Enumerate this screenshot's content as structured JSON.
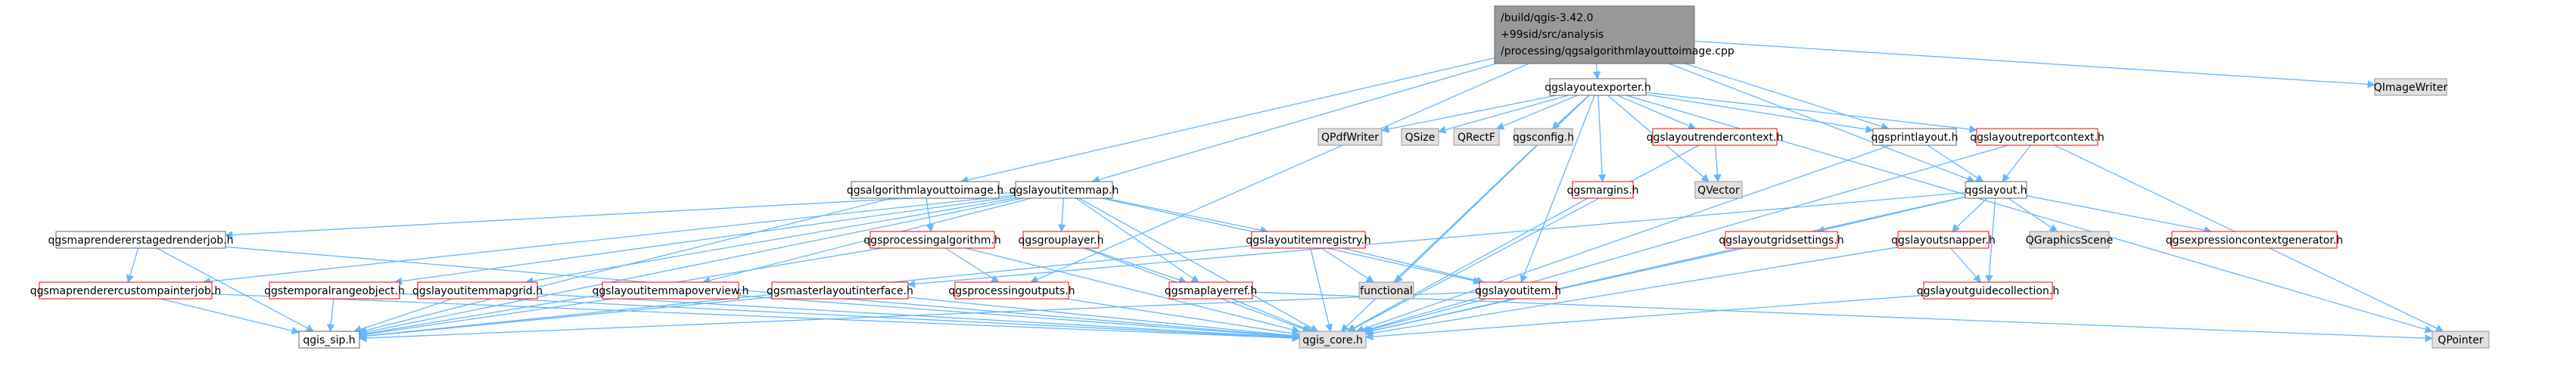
{
  "diagram_title": "include dependency graph",
  "colors": {
    "edge": "#63b8ff",
    "root_fill": "#999999",
    "missing_border": "#ff0000",
    "external_fill": "#e0e0e0"
  },
  "nodes": {
    "root": {
      "lines": [
        "/build/qgis-3.42.0",
        "+99sid/src/analysis",
        "/processing/qgsalgorithmlayouttoimage.cpp"
      ],
      "kind": "root"
    },
    "qgslayoutexporter": {
      "label": "qgslayoutexporter.h",
      "kind": "file"
    },
    "qimagewriter": {
      "label": "QImageWriter",
      "kind": "ext"
    },
    "qgsalgorithmlayouttoimage": {
      "label": "qgsalgorithmlayouttoimage.h",
      "kind": "file"
    },
    "qgslayoutitemmap": {
      "label": "qgslayoutitemmap.h",
      "kind": "file"
    },
    "qpdfwriter": {
      "label": "QPdfWriter",
      "kind": "ext"
    },
    "qsize": {
      "label": "QSize",
      "kind": "ext"
    },
    "qrectf": {
      "label": "QRectF",
      "kind": "ext"
    },
    "qgsconfig": {
      "label": "qgsconfig.h",
      "kind": "ext"
    },
    "qgslayoutrendercontext": {
      "label": "qgslayoutrendercontext.h",
      "kind": "missing"
    },
    "qgsprintlayout": {
      "label": "qgsprintlayout.h",
      "kind": "file"
    },
    "qgslayoutreportcontext": {
      "label": "qgslayoutreportcontext.h",
      "kind": "missing"
    },
    "qgsmargins": {
      "label": "qgsmargins.h",
      "kind": "missing"
    },
    "qvector": {
      "label": "QVector",
      "kind": "ext"
    },
    "qgslayout": {
      "label": "qgslayout.h",
      "kind": "file"
    },
    "qgsmaprendererstagedrenderjob": {
      "label": "qgsmaprendererstagedrenderjob.h",
      "kind": "file"
    },
    "qgsprocessingalgorithm": {
      "label": "qgsprocessingalgorithm.h",
      "kind": "missing"
    },
    "qgsgrouplayer": {
      "label": "qgsgrouplayer.h",
      "kind": "missing"
    },
    "qgslayoutitemregistry": {
      "label": "qgslayoutitemregistry.h",
      "kind": "missing"
    },
    "qgslayoutgridsettings": {
      "label": "qgslayoutgridsettings.h",
      "kind": "missing"
    },
    "qgslayoutsnapper": {
      "label": "qgslayoutsnapper.h",
      "kind": "missing"
    },
    "qgraphicsscene": {
      "label": "QGraphicsScene",
      "kind": "ext"
    },
    "qgsexpressioncontextgenerator": {
      "label": "qgsexpressioncontextgenerator.h",
      "kind": "missing"
    },
    "qgsmaprenderercustompainterjob": {
      "label": "qgsmaprenderercustompainterjob.h",
      "kind": "missing"
    },
    "qgstemporalrangeobject": {
      "label": "qgstemporalrangeobject.h",
      "kind": "missing"
    },
    "qgslayoutitemmapgrid": {
      "label": "qgslayoutitemmapgrid.h",
      "kind": "missing"
    },
    "qgslayoutitemmapoverview": {
      "label": "qgslayoutitemmapoverview.h",
      "kind": "missing"
    },
    "qgsmasterlayoutinterface": {
      "label": "qgsmasterlayoutinterface.h",
      "kind": "missing"
    },
    "qgsprocessingoutputs": {
      "label": "qgsprocessingoutputs.h",
      "kind": "missing"
    },
    "qgsmaplayerref": {
      "label": "qgsmaplayerref.h",
      "kind": "missing"
    },
    "functional": {
      "label": "functional",
      "kind": "ext"
    },
    "qgslayoutitem": {
      "label": "qgslayoutitem.h",
      "kind": "missing"
    },
    "qgslayoutguidecollection": {
      "label": "qgslayoutguidecollection.h",
      "kind": "missing"
    },
    "qgis_sip": {
      "label": "qgis_sip.h",
      "kind": "file"
    },
    "qgis_core": {
      "label": "qgis_core.h",
      "kind": "ext"
    },
    "qpointer": {
      "label": "QPointer",
      "kind": "ext"
    }
  },
  "edges": [
    [
      "root",
      "qgslayoutexporter"
    ],
    [
      "root",
      "qimagewriter"
    ],
    [
      "root",
      "qgsalgorithmlayouttoimage"
    ],
    [
      "root",
      "qgslayoutitemmap"
    ],
    [
      "root",
      "qgsprintlayout"
    ],
    [
      "root",
      "qgslayout"
    ],
    [
      "root",
      "qgsprocessingoutputs"
    ],
    [
      "qgslayoutexporter",
      "qpdfwriter"
    ],
    [
      "qgslayoutexporter",
      "qsize"
    ],
    [
      "qgslayoutexporter",
      "qrectf"
    ],
    [
      "qgslayoutexporter",
      "qgsconfig"
    ],
    [
      "qgslayoutexporter",
      "qgslayoutrendercontext"
    ],
    [
      "qgslayoutexporter",
      "qgsprintlayout"
    ],
    [
      "qgslayoutexporter",
      "qgslayoutreportcontext"
    ],
    [
      "qgslayoutexporter",
      "qgsmargins"
    ],
    [
      "qgslayoutexporter",
      "qvector"
    ],
    [
      "qgslayoutexporter",
      "qgslayoutitem"
    ],
    [
      "qgslayoutexporter",
      "functional"
    ],
    [
      "qgslayoutexporter",
      "qgis_core"
    ],
    [
      "qgslayoutexporter",
      "qpointer"
    ],
    [
      "qgslayoutrendercontext",
      "qvector"
    ],
    [
      "qgslayoutrendercontext",
      "qgis_core"
    ],
    [
      "qgsprintlayout",
      "qgslayout"
    ],
    [
      "qgsprintlayout",
      "qgis_core"
    ],
    [
      "qgslayoutreportcontext",
      "qgslayout"
    ],
    [
      "qgslayoutreportcontext",
      "qgis_core"
    ],
    [
      "qgslayoutreportcontext",
      "qpointer"
    ],
    [
      "qgsmargins",
      "qgis_core"
    ],
    [
      "qgslayout",
      "qgslayoutgridsettings"
    ],
    [
      "qgslayout",
      "qgslayoutsnapper"
    ],
    [
      "qgslayout",
      "qgraphicsscene"
    ],
    [
      "qgslayout",
      "qgsexpressioncontextgenerator"
    ],
    [
      "qgslayout",
      "qgslayoutguidecollection"
    ],
    [
      "qgslayout",
      "qgis_core"
    ],
    [
      "qgslayout",
      "qgsmasterlayoutinterface"
    ],
    [
      "qgslayoutgridsettings",
      "qgis_core"
    ],
    [
      "qgslayoutsnapper",
      "qgslayoutguidecollection"
    ],
    [
      "qgslayoutsnapper",
      "qgis_core"
    ],
    [
      "qgslayoutguidecollection",
      "qgis_core"
    ],
    [
      "qgsalgorithmlayouttoimage",
      "qgsprocessingalgorithm"
    ],
    [
      "qgsalgorithmlayouttoimage",
      "qgis_sip"
    ],
    [
      "qgslayoutitemmap",
      "qgsmaprendererstagedrenderjob"
    ],
    [
      "qgslayoutitemmap",
      "qgsgrouplayer"
    ],
    [
      "qgslayoutitemmap",
      "qgslayoutitemregistry"
    ],
    [
      "qgslayoutitemmap",
      "qgsmaprenderercustompainterjob"
    ],
    [
      "qgslayoutitemmap",
      "qgstemporalrangeobject"
    ],
    [
      "qgslayoutitemmap",
      "qgslayoutitemmapgrid"
    ],
    [
      "qgslayoutitemmap",
      "qgslayoutitemmapoverview"
    ],
    [
      "qgslayoutitemmap",
      "qgsmaplayerref"
    ],
    [
      "qgslayoutitemmap",
      "qgslayoutitem"
    ],
    [
      "qgslayoutitemmap",
      "qgis_core"
    ],
    [
      "qgslayoutitemmap",
      "qgis_sip"
    ],
    [
      "qgsmaprendererstagedrenderjob",
      "qgsmaprenderercustompainterjob"
    ],
    [
      "qgsmaprendererstagedrenderjob",
      "qgis_core"
    ],
    [
      "qgsmaprendererstagedrenderjob",
      "qgis_sip"
    ],
    [
      "qgsmaprenderercustompainterjob",
      "qgis_sip"
    ],
    [
      "qgsmaprenderercustompainterjob",
      "qgis_core"
    ],
    [
      "qgsprocessingalgorithm",
      "qgsprocessingoutputs"
    ],
    [
      "qgsprocessingalgorithm",
      "qgis_core"
    ],
    [
      "qgsprocessingalgorithm",
      "qgis_sip"
    ],
    [
      "qgsgrouplayer",
      "qgsmaplayerref"
    ],
    [
      "qgsgrouplayer",
      "qgis_core"
    ],
    [
      "qgslayoutitemregistry",
      "functional"
    ],
    [
      "qgslayoutitemregistry",
      "qgslayoutitem"
    ],
    [
      "qgslayoutitemregistry",
      "qgis_core"
    ],
    [
      "qgslayoutitemregistry",
      "qgis_sip"
    ],
    [
      "qgstemporalrangeobject",
      "qgis_sip"
    ],
    [
      "qgstemporalrangeobject",
      "qgis_core"
    ],
    [
      "qgslayoutitemmapgrid",
      "qgis_sip"
    ],
    [
      "qgslayoutitemmapgrid",
      "qgis_core"
    ],
    [
      "qgslayoutitemmapoverview",
      "qgis_sip"
    ],
    [
      "qgslayoutitemmapoverview",
      "qgis_core"
    ],
    [
      "qgsmasterlayoutinterface",
      "qgis_core"
    ],
    [
      "qgsmasterlayoutinterface",
      "qgis_sip"
    ],
    [
      "qgsprocessingoutputs",
      "qgis_core"
    ],
    [
      "qgsmaplayerref",
      "qgis_core"
    ],
    [
      "qgsmaplayerref",
      "qpointer"
    ],
    [
      "qgslayoutitem",
      "qgis_core"
    ],
    [
      "qgslayoutitem",
      "qgis_sip"
    ]
  ]
}
